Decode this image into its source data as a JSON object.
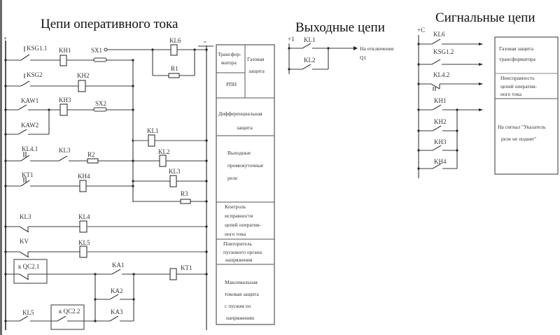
{
  "titles": {
    "operative": "Цепи  оперативного  тока",
    "output": "Выходные цепи",
    "signal": "Сигнальные цепи"
  },
  "operative": {
    "plus": "+",
    "minus": "-",
    "elements": {
      "KSG1_1": "KSG1.1",
      "KH1": "KH1",
      "SX1": "SX1",
      "KL6": "KL6",
      "R1": "R1",
      "KSG2": "KSG2",
      "KH2": "KH2",
      "KAW1": "KAW1",
      "KH3": "KH3",
      "SX2": "SX2",
      "KAW2": "KAW2",
      "KL1": "KL1",
      "KL4_1": "KL4.1",
      "KL3a": "KL3",
      "R2": "R2",
      "KL2": "KL2",
      "KT1a": "KT1",
      "KH4": "KH4",
      "KL3b": "KL3",
      "R3": "R3",
      "KL3c": "KL3",
      "KL4": "KL4",
      "KV": "KV",
      "KL5a": "KL5",
      "QC2_1": "к QC2.1",
      "KA1": "KA1",
      "KT1b": "KT1",
      "KA2": "KA2",
      "KL5b": "KL5",
      "QC2_2": "к QC2.2",
      "KA3": "KA3"
    },
    "legend": {
      "transformer": [
        "Трансфор-",
        "матора"
      ],
      "gas": [
        "Газовая",
        "защита"
      ],
      "rpn": "РПН",
      "differential": [
        "Дифференциальная",
        "защита"
      ],
      "output_relays": [
        "Выходные",
        "промежуточные",
        "реле"
      ],
      "control": [
        "Контроль",
        "исправности",
        "цепей оператив-",
        "ного тока"
      ],
      "repeater": [
        "Повторитель",
        "пускового органа",
        "напряжения"
      ],
      "overcurrent": [
        "Максимальная",
        "токовая  защита",
        "с пуском по",
        "напряжению"
      ]
    }
  },
  "output": {
    "plus": "+1",
    "KL1": "KL1",
    "KL2": "KL2",
    "target": [
      "На отключение",
      "Q1"
    ]
  },
  "signal": {
    "plus": "+C",
    "contacts": [
      "KL6",
      "KSG1.2",
      "KL4.2",
      "KH1",
      "KH2",
      "KH3",
      "KH4"
    ],
    "legend": {
      "gas": [
        "Газовая защита",
        "трансформатора"
      ],
      "fault": [
        "Неисправность",
        "цепей оператив-",
        "ного тока"
      ],
      "indicator": [
        "На сигнал \"Указатель",
        "реле не поднят\""
      ]
    }
  }
}
